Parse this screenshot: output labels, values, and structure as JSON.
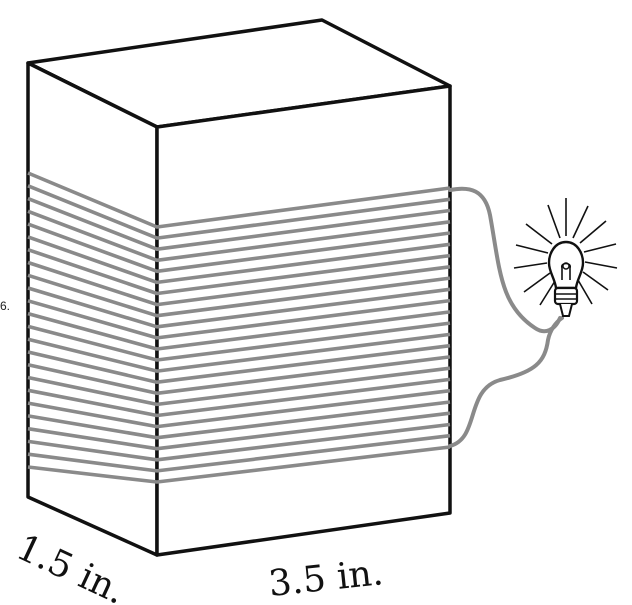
{
  "labels": {
    "depth": "1.5 in.",
    "width": "3.5 in.",
    "edge_fragment": "6."
  },
  "diagram": {
    "coil_turns": 24,
    "colors": {
      "outline": "#111111",
      "wire": "#8a8a8a",
      "lamp_glass": "#ffffff",
      "lamp_rays": "#222222"
    },
    "icons": {
      "block": "rectangular-prism",
      "coil": "wire-coil",
      "bulb": "light-bulb-icon"
    }
  }
}
